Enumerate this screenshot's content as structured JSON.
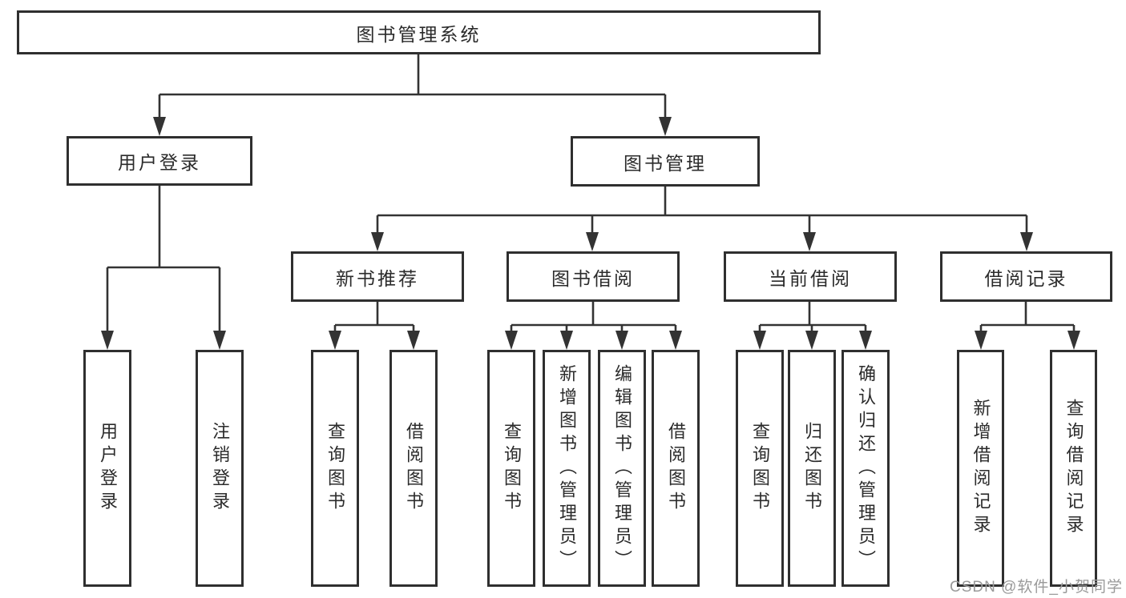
{
  "tree": {
    "label": "图书管理系统",
    "children": [
      {
        "label": "用户登录",
        "children": [
          {
            "label": "用户登录"
          },
          {
            "label": "注销登录"
          }
        ]
      },
      {
        "label": "图书管理",
        "children": [
          {
            "label": "新书推荐",
            "children": [
              {
                "label": "查询图书"
              },
              {
                "label": "借阅图书"
              }
            ]
          },
          {
            "label": "图书借阅",
            "children": [
              {
                "label": "查询图书"
              },
              {
                "label": "新增图书（管理员）"
              },
              {
                "label": "编辑图书（管理员）"
              },
              {
                "label": "借阅图书"
              }
            ]
          },
          {
            "label": "当前借阅",
            "children": [
              {
                "label": "查询图书"
              },
              {
                "label": "归还图书"
              },
              {
                "label": "确认归还（管理员）"
              }
            ]
          },
          {
            "label": "借阅记录",
            "children": [
              {
                "label": "新增借阅记录"
              },
              {
                "label": "查询借阅记录"
              }
            ]
          }
        ]
      }
    ]
  },
  "watermark": "CSDN @软件_小贺同学",
  "colors": {
    "line": "#333333",
    "box_border": "#2f2f2f",
    "text": "#2b2b2b",
    "watermark": "#9a9a9a",
    "background": "#ffffff"
  }
}
